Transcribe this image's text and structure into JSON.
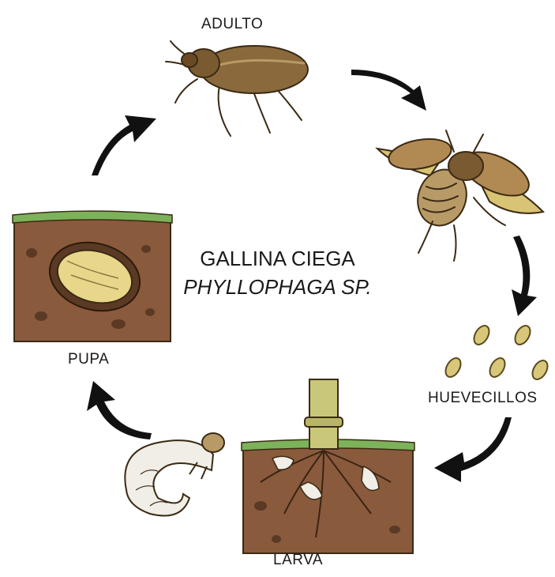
{
  "title": "GALLINA CIEGA",
  "subtitle": "PHYLLOPHAGA SP.",
  "stages": {
    "adult": "ADULTO",
    "eggs": "HUEVECILLOS",
    "larva": "LARVA",
    "pupa": "PUPA"
  },
  "colors": {
    "beetle": "#8a6a3c",
    "beetle_light": "#b89a66",
    "wing": "#d8c474",
    "soil": "#8a5a3c",
    "grass": "#7cb25a",
    "grub": "#f0eee6",
    "egg": "#d9c779",
    "stem": "#c9c77a",
    "arrow": "#111111"
  }
}
